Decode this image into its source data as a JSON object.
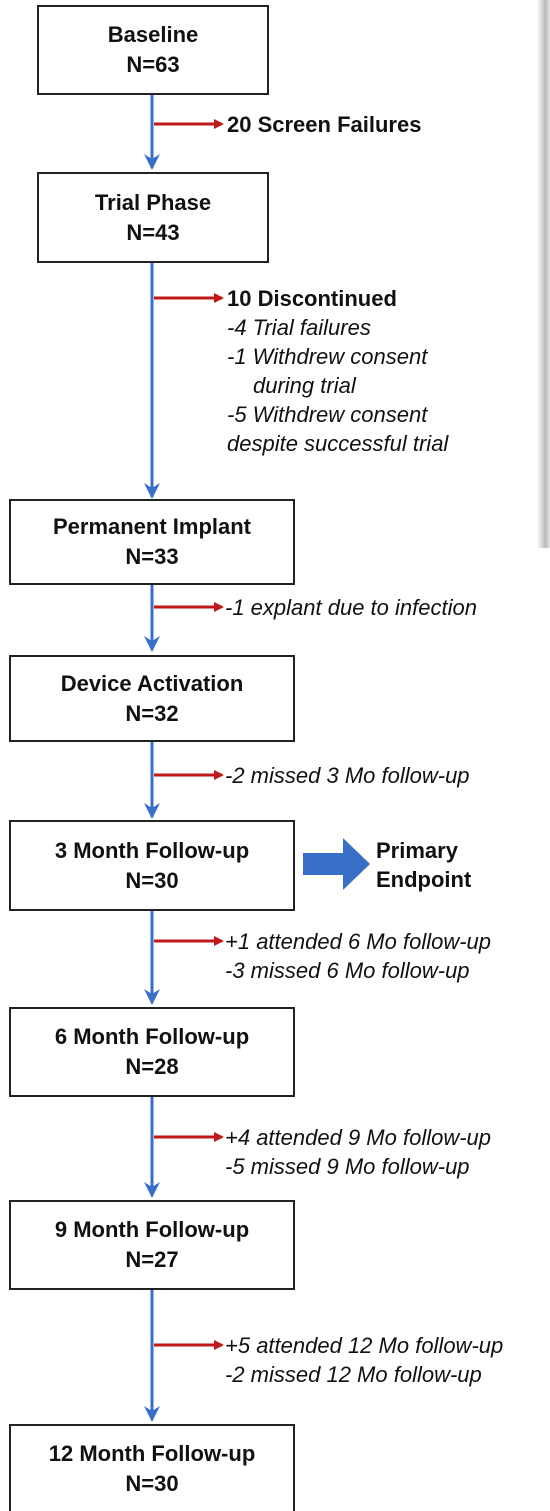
{
  "boxes": [
    {
      "title": "Baseline",
      "n": "N=63"
    },
    {
      "title": "Trial Phase",
      "n": "N=43"
    },
    {
      "title": "Permanent Implant",
      "n": "N=33"
    },
    {
      "title": "Device Activation",
      "n": "N=32"
    },
    {
      "title": "3 Month Follow-up",
      "n": "N=30"
    },
    {
      "title": "6 Month Follow-up",
      "n": "N=28"
    },
    {
      "title": "9 Month Follow-up",
      "n": "N=27"
    },
    {
      "title": "12 Month Follow-up",
      "n": "N=30"
    }
  ],
  "notes": {
    "screen_failures": "20 Screen Failures",
    "discontinued": {
      "head": "10 Discontinued",
      "lines": [
        "-4 Trial failures",
        "-1 Withdrew consent",
        "during trial",
        "-5 Withdrew consent",
        "despite successful trial"
      ]
    },
    "explant": "-1 explant due to infection",
    "missed3": "-2 missed 3 Mo follow-up",
    "fu6": [
      "+1 attended 6 Mo follow-up",
      "-3 missed 6 Mo follow-up"
    ],
    "fu9": [
      "+4 attended 9 Mo follow-up",
      "-5 missed 9 Mo follow-up"
    ],
    "fu12": [
      "+5 attended 12 Mo follow-up",
      "-2 missed 12 Mo follow-up"
    ]
  },
  "primary_endpoint": {
    "line1": "Primary",
    "line2": "Endpoint"
  },
  "colors": {
    "flow_arrow": "#3a6fc9",
    "exit_arrow": "#c01818",
    "box_border": "#222222"
  }
}
